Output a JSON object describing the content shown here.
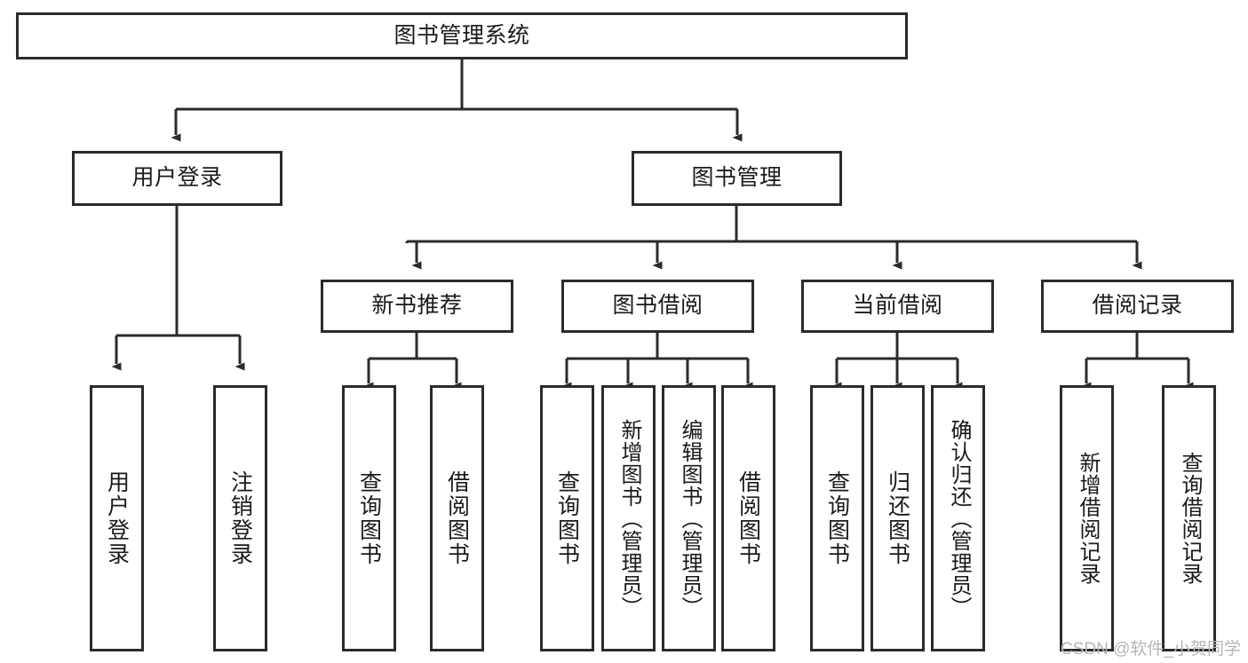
{
  "diagram": {
    "type": "tree",
    "title": "图书管理系统",
    "stroke_color": "#2b2b2b",
    "fill_color": "#ffffff",
    "text_color": "#1a1a1a",
    "root": {
      "id": "root",
      "label": "图书管理系统"
    },
    "level1": [
      {
        "id": "user-login",
        "label": "用户登录"
      },
      {
        "id": "book-manage",
        "label": "图书管理"
      }
    ],
    "level2": [
      {
        "id": "new-book-recommend",
        "label": "新书推荐"
      },
      {
        "id": "book-borrow",
        "label": "图书借阅"
      },
      {
        "id": "current-borrow",
        "label": "当前借阅"
      },
      {
        "id": "borrow-record",
        "label": "借阅记录"
      }
    ],
    "leaves": {
      "user_login": [
        {
          "id": "leaf-user-login",
          "label": "用户登录"
        },
        {
          "id": "leaf-user-logout",
          "label": "注销登录"
        }
      ],
      "new_book_recommend": [
        {
          "id": "leaf-query-book-1",
          "label": "查询图书"
        },
        {
          "id": "leaf-borrow-book-1",
          "label": "借阅图书"
        }
      ],
      "book_borrow": [
        {
          "id": "leaf-query-book-2",
          "label": "查询图书"
        },
        {
          "id": "leaf-add-book",
          "label": "新增图书（管理员）"
        },
        {
          "id": "leaf-edit-book",
          "label": "编辑图书（管理员）"
        },
        {
          "id": "leaf-borrow-book-2",
          "label": "借阅图书"
        }
      ],
      "current_borrow": [
        {
          "id": "leaf-query-book-3",
          "label": "查询图书"
        },
        {
          "id": "leaf-return-book",
          "label": "归还图书"
        },
        {
          "id": "leaf-confirm-return",
          "label": "确认归还（管理员）"
        }
      ],
      "borrow_record": [
        {
          "id": "leaf-add-record",
          "label": "新增借阅记录"
        },
        {
          "id": "leaf-query-record",
          "label": "查询借阅记录"
        }
      ]
    }
  },
  "watermark": {
    "text": "CSDN @软件_小贺同学"
  }
}
